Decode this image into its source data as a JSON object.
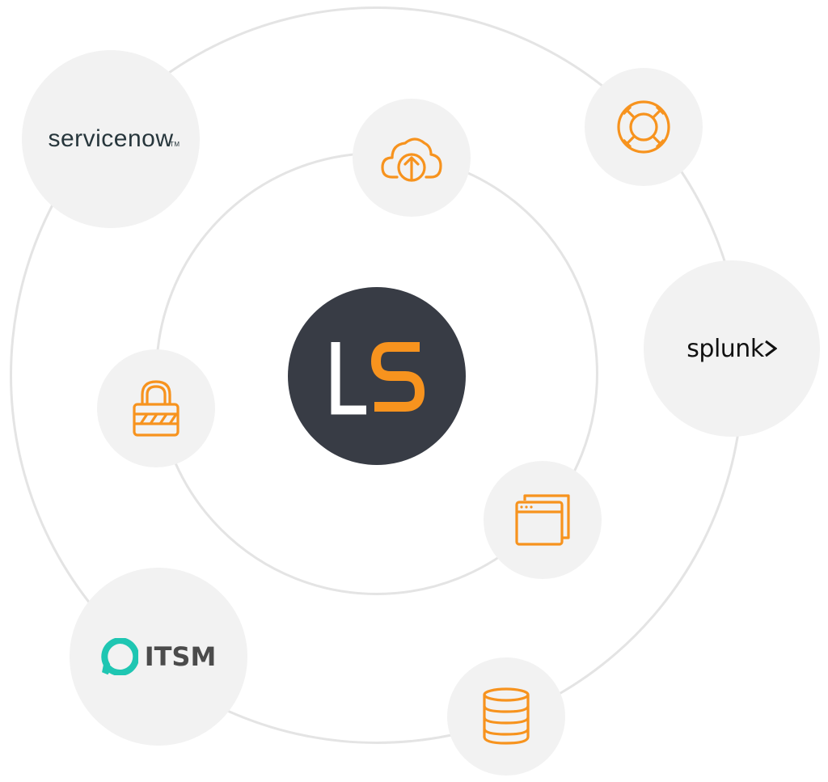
{
  "hub": {
    "letters_left": "L",
    "letters_right": "S",
    "left_color": "#ffffff",
    "right_color": "#f7931e",
    "bg": "#383c45"
  },
  "logos": {
    "servicenow": {
      "text": "servicenow",
      "trademark": "TM"
    },
    "splunk": {
      "text": "splunk"
    },
    "itsm": {
      "text": "ITSM",
      "badge_color": "#1fc6b2"
    }
  },
  "icons": [
    "cloud-upload-icon",
    "lifebuoy-icon",
    "padlock-icon",
    "browser-windows-icon",
    "database-icon"
  ],
  "colors": {
    "accent": "#f7931e",
    "orbit": "#e4e4e4",
    "node_bg": "#f2f2f2",
    "servicenow_accent": "#81b5a1"
  }
}
